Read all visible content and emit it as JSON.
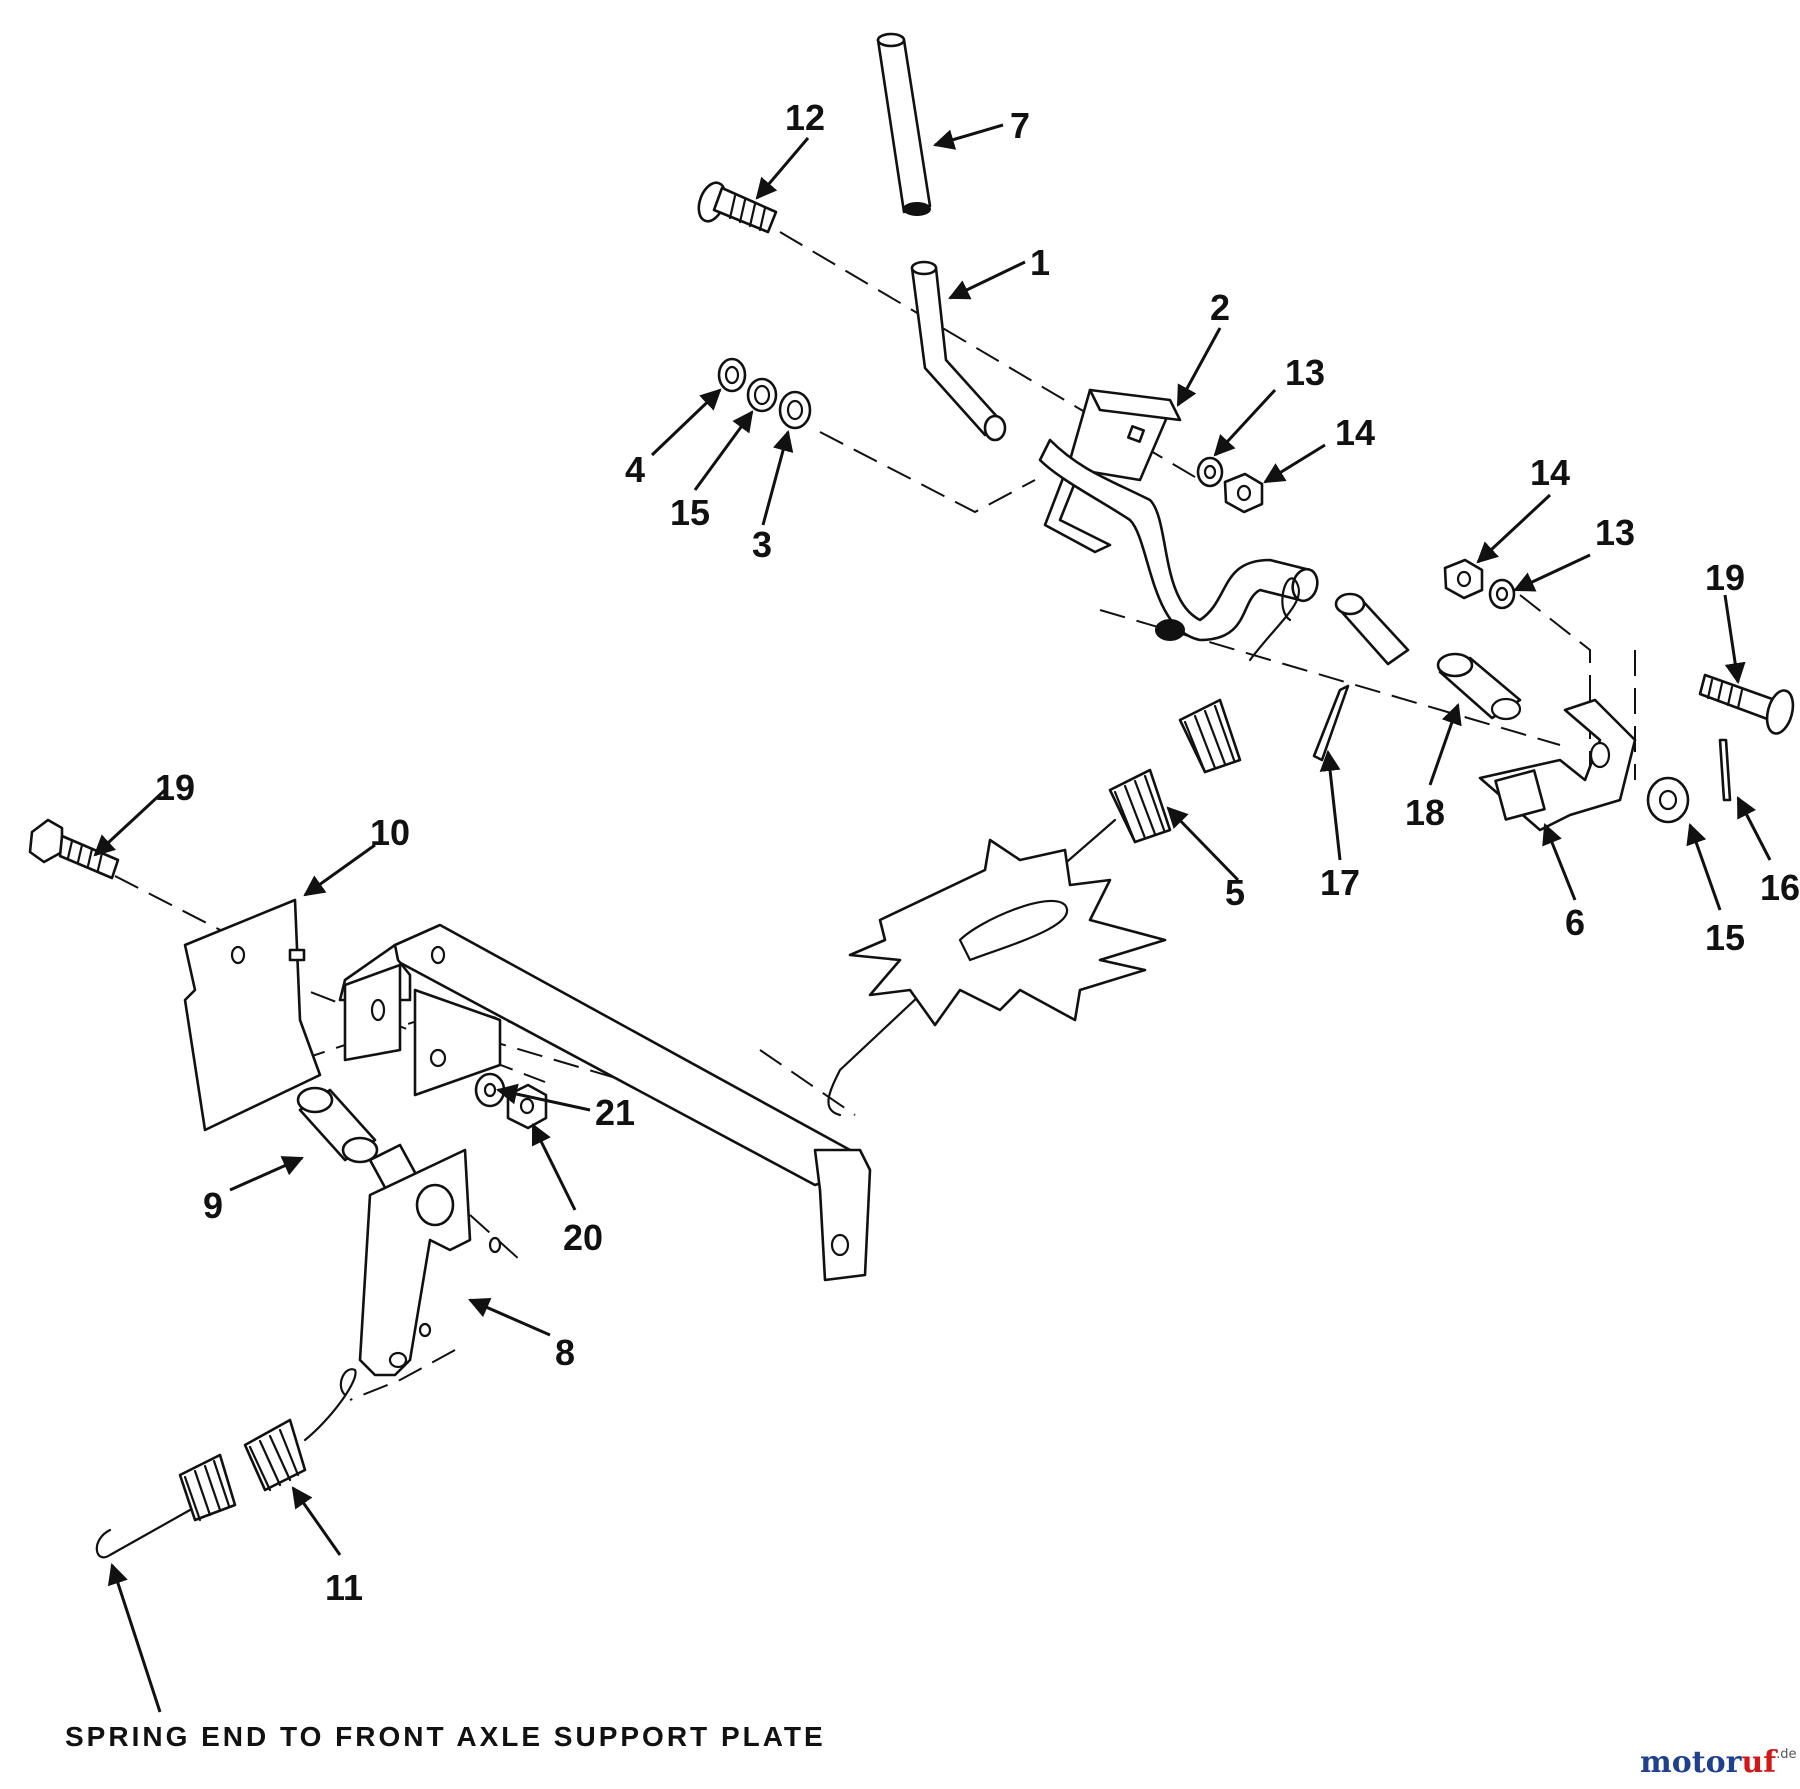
{
  "callouts": {
    "c1": "1",
    "c2": "2",
    "c3": "3",
    "c4": "4",
    "c5": "5",
    "c6": "6",
    "c7": "7",
    "c8": "8",
    "c9": "9",
    "c10": "10",
    "c11": "11",
    "c12": "12",
    "c13a": "13",
    "c13b": "13",
    "c14a": "14",
    "c14b": "14",
    "c15a": "15",
    "c15b": "15",
    "c16": "16",
    "c17": "17",
    "c18": "18",
    "c19a": "19",
    "c19b": "19",
    "c20": "20",
    "c21": "21"
  },
  "note": "SPRING END TO FRONT AXLE SUPPORT PLATE",
  "watermark": {
    "part1": "motor",
    "part2": "uf",
    "suffix": ".de"
  }
}
